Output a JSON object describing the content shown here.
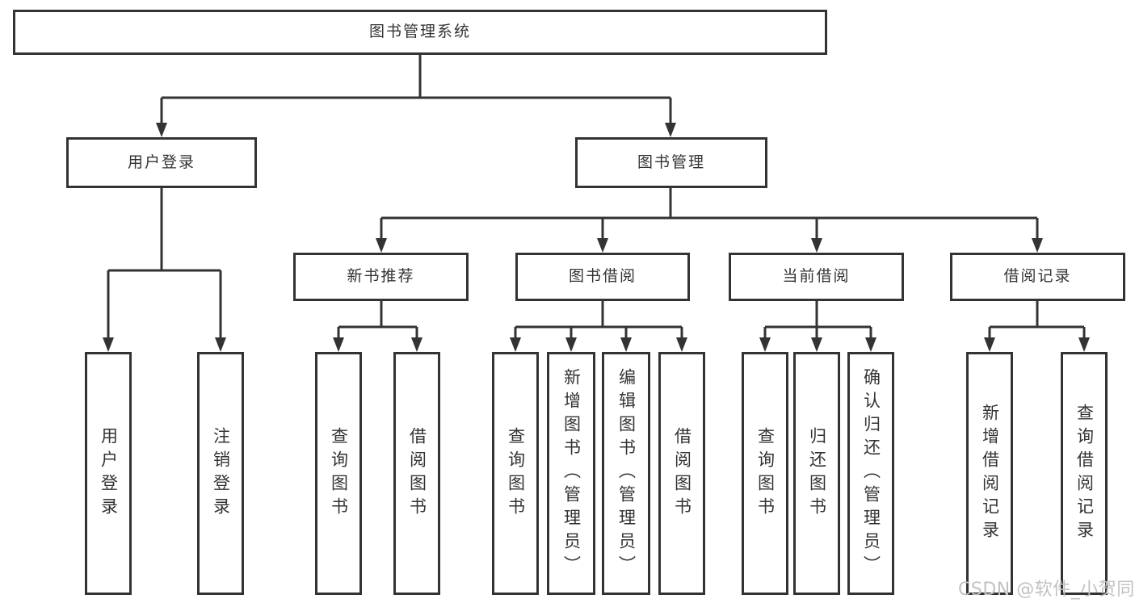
{
  "colors": {
    "line": "#333333",
    "text": "#333333",
    "watermark": "#c2c2c2",
    "bg": "#ffffff"
  },
  "watermark": "CSDN @软件_小贺同学",
  "tree": {
    "label": "图书管理系统",
    "children": [
      {
        "label": "用户登录",
        "children": [
          {
            "label": "用户登录"
          },
          {
            "label": "注销登录"
          }
        ]
      },
      {
        "label": "图书管理",
        "children": [
          {
            "label": "新书推荐",
            "children": [
              {
                "label": "查询图书"
              },
              {
                "label": "借阅图书"
              }
            ]
          },
          {
            "label": "图书借阅",
            "children": [
              {
                "label": "查询图书"
              },
              {
                "label": "新增图书（管理员）"
              },
              {
                "label": "编辑图书（管理员）"
              },
              {
                "label": "借阅图书"
              }
            ]
          },
          {
            "label": "当前借阅",
            "children": [
              {
                "label": "查询图书"
              },
              {
                "label": "归还图书"
              },
              {
                "label": "确认归还（管理员）"
              }
            ]
          },
          {
            "label": "借阅记录",
            "children": [
              {
                "label": "新增借阅记录"
              },
              {
                "label": "查询借阅记录"
              }
            ]
          }
        ]
      }
    ]
  }
}
